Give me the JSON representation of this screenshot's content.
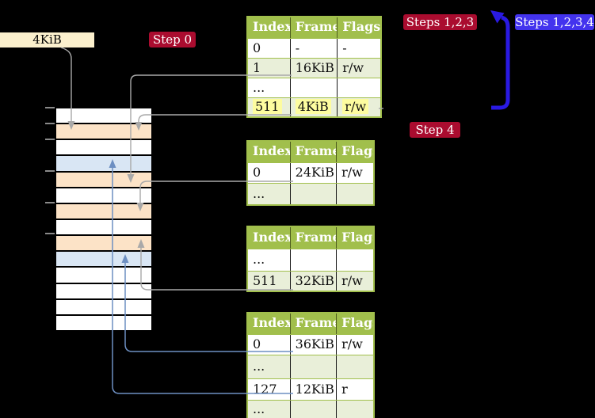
{
  "labels": {
    "frame_label": "4KiB",
    "step0": "Step 0",
    "steps123": "Steps 1,2,3",
    "steps1234": "Steps 1,2,3,4",
    "step4": "Step 4"
  },
  "memory_strip": {
    "rows": [
      "white",
      "peach",
      "white",
      "blue",
      "peach",
      "white",
      "peach",
      "white",
      "peach",
      "blue",
      "white",
      "white",
      "white",
      "white"
    ]
  },
  "tables": {
    "headers": [
      "Index",
      "Frame",
      "Flags"
    ],
    "level4": {
      "rows": [
        [
          "0",
          "-",
          "-"
        ],
        [
          "1",
          "16KiB",
          "r/w"
        ],
        [
          "...",
          "",
          ""
        ],
        [
          "511",
          "4KiB",
          "r/w"
        ]
      ],
      "shaded": [
        false,
        true,
        false,
        true
      ],
      "highlighted": [
        false,
        false,
        false,
        true
      ]
    },
    "level3": {
      "rows": [
        [
          "0",
          "24KiB",
          "r/w"
        ],
        [
          "...",
          "",
          ""
        ]
      ],
      "shaded": [
        false,
        true
      ],
      "highlighted": [
        false,
        false
      ]
    },
    "level2": {
      "rows": [
        [
          "...",
          "",
          ""
        ],
        [
          "511",
          "32KiB",
          "r/w"
        ]
      ],
      "shaded": [
        false,
        true
      ],
      "highlighted": [
        false,
        false
      ]
    },
    "level1": {
      "rows": [
        [
          "0",
          "36KiB",
          "r/w"
        ],
        [
          "...",
          "",
          ""
        ],
        [
          "127",
          "12KiB",
          "r"
        ],
        [
          "...",
          "",
          ""
        ]
      ],
      "shaded": [
        false,
        true,
        false,
        true
      ],
      "highlighted": [
        false,
        false,
        false,
        false
      ]
    }
  },
  "colors": {
    "table_green": "#a1bf4c",
    "row_shade": "#e9efd9",
    "highlight_yellow": "#fdfc9f",
    "peach": "#fce3c7",
    "light_blue": "#d9e6f4",
    "white": "#ffffff",
    "cream_label": "#fbf0cd",
    "badge_red": "#aa0c2f",
    "badge_blue": "#4333ee",
    "arrow_thick_blue": "#2a1ae2",
    "arrow_gray": "#a9a9a9",
    "connector_blue": "#6d8fc2"
  }
}
